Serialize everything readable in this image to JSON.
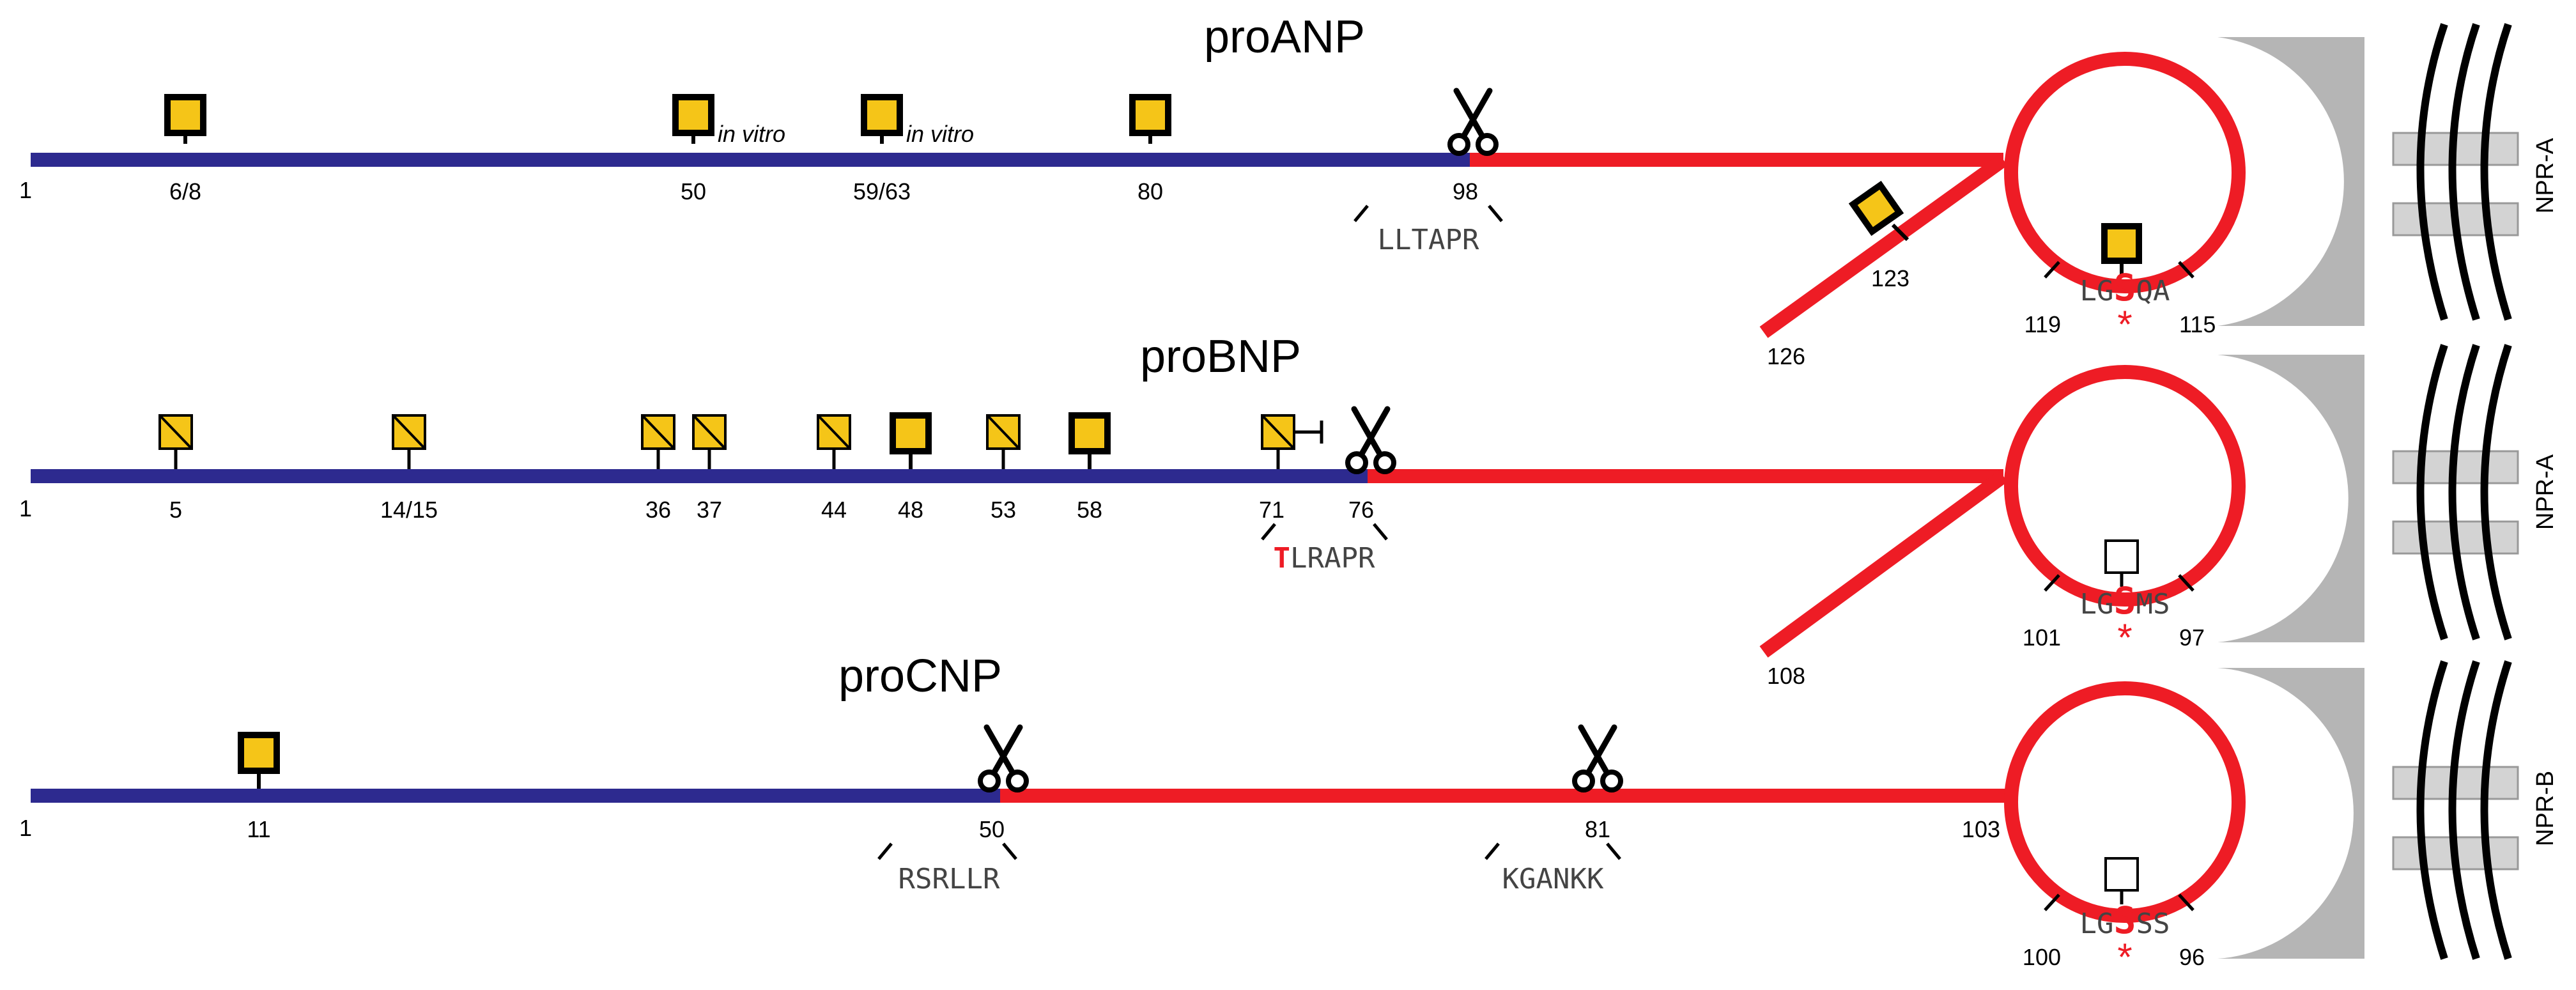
{
  "colors": {
    "propeptide": "#2d2a8f",
    "mature_peptide": "#ee1c25",
    "glycan_fill": "#f5c518",
    "receptor": "#b5b5b5",
    "membrane": "#000000",
    "highlight": "#ee1c25"
  },
  "icons": {
    "glycan": "square-on-stem-icon",
    "glycan_predicted": "square-hatched-on-stem-icon",
    "glycan_unmodified": "open-square-on-stem-icon",
    "cleavage": "scissors-icon",
    "inhibition": "inhibitor-bar-icon",
    "phospho": "asterisk-icon"
  },
  "peptides": [
    {
      "id": "anp",
      "title": "proANP",
      "start_label": "1",
      "sites": [
        {
          "label": "6/8",
          "type": "filled",
          "note": ""
        },
        {
          "label": "50",
          "type": "filled",
          "note": "in vitro"
        },
        {
          "label": "59/63",
          "type": "filled",
          "note": "in vitro"
        },
        {
          "label": "80",
          "type": "filled",
          "note": ""
        }
      ],
      "cleavages": [
        {
          "label": "98",
          "motif": "LLTAPR",
          "motif_highlight": ""
        }
      ],
      "tail_label": "126",
      "tail_site": {
        "label": "123",
        "type": "filled"
      },
      "ring": {
        "left_label": "119",
        "right_label": "115",
        "seq_prefix": "LG",
        "seq_key": "S",
        "seq_suffix": "QA",
        "glyco": "filled",
        "star": "*"
      },
      "receptor_label": "NPR-A"
    },
    {
      "id": "bnp",
      "title": "proBNP",
      "start_label": "1",
      "sites": [
        {
          "label": "5",
          "type": "hatched",
          "note": ""
        },
        {
          "label": "14/15",
          "type": "hatched",
          "note": ""
        },
        {
          "label": "36",
          "type": "hatched",
          "note": ""
        },
        {
          "label": "37",
          "type": "hatched",
          "note": ""
        },
        {
          "label": "44",
          "type": "hatched",
          "note": ""
        },
        {
          "label": "48",
          "type": "filled",
          "note": ""
        },
        {
          "label": "53",
          "type": "hatched",
          "note": ""
        },
        {
          "label": "58",
          "type": "filled",
          "note": ""
        },
        {
          "label": "71",
          "type": "hatched",
          "note": "",
          "inhibits_cleavage": true
        }
      ],
      "cleavages": [
        {
          "label": "76",
          "motif": "LRAPR",
          "motif_highlight": "T"
        }
      ],
      "tail_label": "108",
      "ring": {
        "left_label": "101",
        "right_label": "97",
        "seq_prefix": "LG",
        "seq_key": "S",
        "seq_suffix": "MS",
        "glyco": "open",
        "star": "*"
      },
      "receptor_label": "NPR-A"
    },
    {
      "id": "cnp",
      "title": "proCNP",
      "start_label": "1",
      "sites": [
        {
          "label": "11",
          "type": "filled",
          "note": ""
        }
      ],
      "cleavages": [
        {
          "label": "50",
          "motif": "RSRLLR",
          "motif_highlight": ""
        },
        {
          "label": "81",
          "motif": "KGANKK",
          "motif_highlight": ""
        }
      ],
      "end_label": "103",
      "ring": {
        "left_label": "100",
        "right_label": "96",
        "seq_prefix": "LG",
        "seq_key": "S",
        "seq_suffix": "SS",
        "glyco": "open",
        "star": "*"
      },
      "receptor_label": "NPR-B"
    }
  ]
}
